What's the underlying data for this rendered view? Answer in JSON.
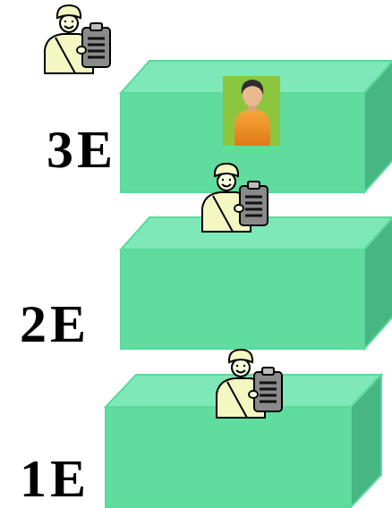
{
  "diagram": {
    "nodes": [
      {
        "text": [
          "3E"
        ]
      },
      {
        "text": [
          "2E"
        ]
      },
      {
        "text": [
          "1E"
        ]
      }
    ]
  }
}
